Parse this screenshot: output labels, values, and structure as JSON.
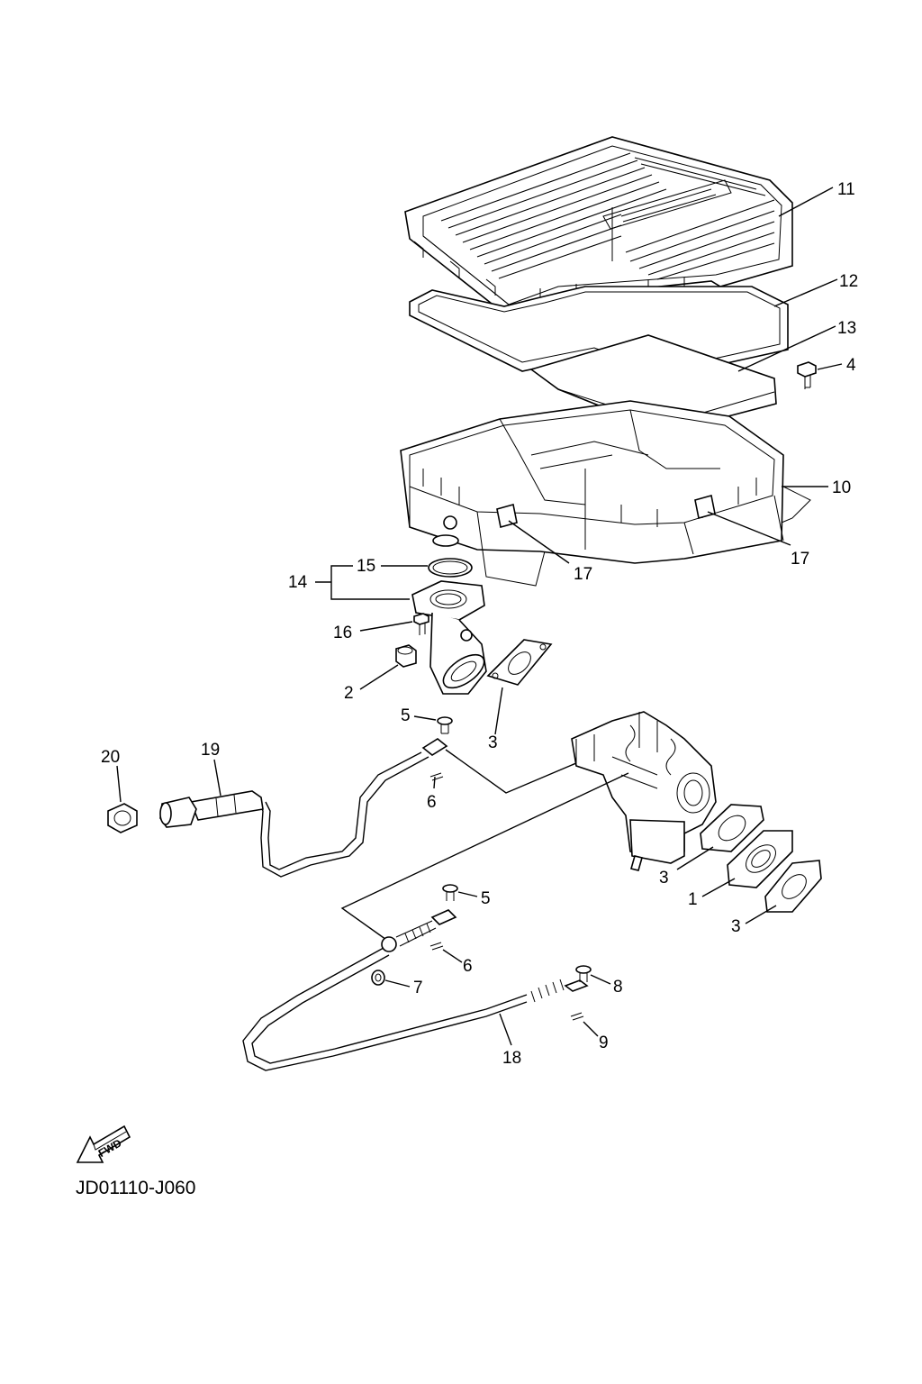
{
  "diagram": {
    "parts": [
      {
        "ref": "11",
        "name": "air-filter-cover"
      },
      {
        "ref": "12",
        "name": "cover-gasket"
      },
      {
        "ref": "13",
        "name": "filter-element"
      },
      {
        "ref": "4",
        "name": "screw"
      },
      {
        "ref": "10",
        "name": "air-filter-case"
      },
      {
        "ref": "17",
        "name": "case-clip"
      },
      {
        "ref": "15",
        "name": "o-ring"
      },
      {
        "ref": "14",
        "name": "joint-assembly"
      },
      {
        "ref": "16",
        "name": "bolt"
      },
      {
        "ref": "2",
        "name": "collar"
      },
      {
        "ref": "3",
        "name": "gasket"
      },
      {
        "ref": "5",
        "name": "screw"
      },
      {
        "ref": "6",
        "name": "clip"
      },
      {
        "ref": "1",
        "name": "insulator"
      },
      {
        "ref": "7",
        "name": "clamp"
      },
      {
        "ref": "8",
        "name": "screw"
      },
      {
        "ref": "9",
        "name": "clip"
      },
      {
        "ref": "18",
        "name": "throttle-cable"
      },
      {
        "ref": "19",
        "name": "choke-cable"
      },
      {
        "ref": "20",
        "name": "nut"
      }
    ],
    "labels": {
      "l11": "11",
      "l12": "12",
      "l13": "13",
      "l4": "4",
      "l10": "10",
      "l17a": "17",
      "l17b": "17",
      "l15": "15",
      "l14": "14",
      "l16": "16",
      "l2": "2",
      "l3a": "3",
      "l5a": "5",
      "l6a": "6",
      "l20": "20",
      "l19": "19",
      "l3b": "3",
      "l1": "1",
      "l3c": "3",
      "l5b": "5",
      "l6b": "6",
      "l7": "7",
      "l8": "8",
      "l9": "9",
      "l18": "18"
    },
    "fwd_label": "FWD",
    "drawing_code": "JD01110-J060"
  }
}
